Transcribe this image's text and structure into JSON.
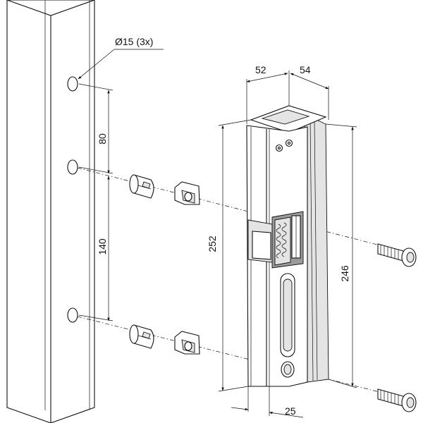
{
  "drawing": {
    "dimensions": {
      "hole_diameter": "Ø15 (3x)",
      "hole_spacing_upper": "80",
      "hole_spacing_lower": "140",
      "keep_width_front": "52",
      "keep_width_side": "54",
      "keep_height": "252",
      "strike_plate_height": "246",
      "keep_depth": "25"
    }
  }
}
